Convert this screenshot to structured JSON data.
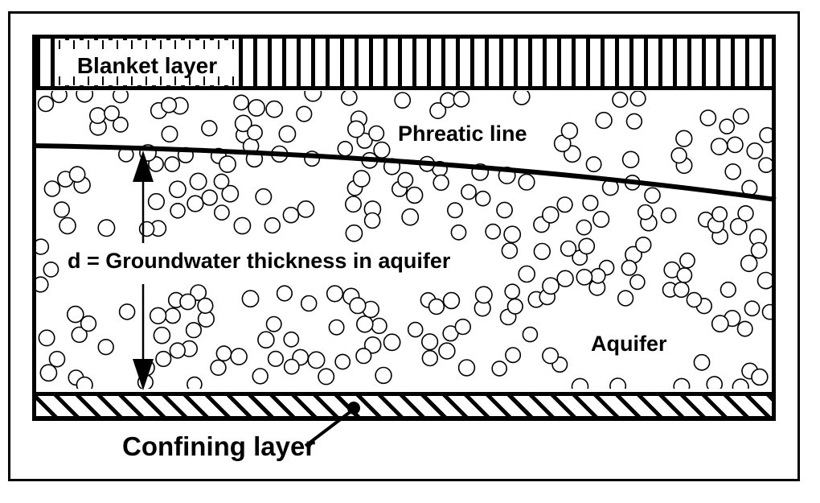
{
  "figure": {
    "type": "aquifer-cross-section-diagram",
    "colors": {
      "ink": "#000000",
      "paper": "#ffffff"
    },
    "layers": [
      {
        "id": "blanket",
        "label": "Blanket layer",
        "pattern": "vertical-hatch"
      },
      {
        "id": "aquifer",
        "label": "Aquifer",
        "pattern": "granular-circles"
      },
      {
        "id": "confining",
        "label": "Confining layer",
        "pattern": "diagonal-hatch"
      }
    ],
    "annotations": [
      {
        "id": "phreatic-line",
        "label": "Phreatic line"
      },
      {
        "id": "thickness-dimension",
        "label": "d = Groundwater thickness in aquifer"
      }
    ]
  }
}
